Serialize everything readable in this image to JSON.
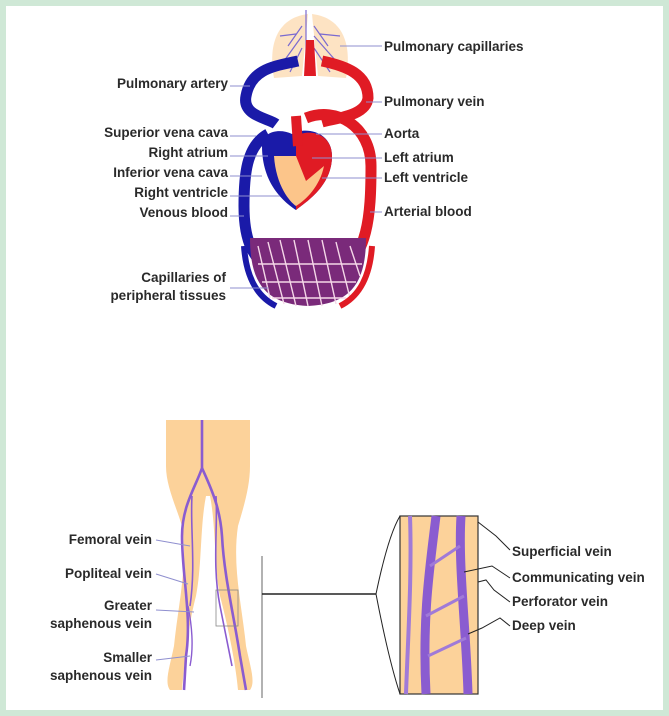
{
  "circulation": {
    "labels": {
      "pulmonary_capillaries": "Pulmonary capillaries",
      "pulmonary_artery": "Pulmonary artery",
      "pulmonary_vein": "Pulmonary vein",
      "superior_vena_cava": "Superior vena cava",
      "aorta": "Aorta",
      "right_atrium": "Right atrium",
      "left_atrium": "Left atrium",
      "inferior_vena_cava": "Inferior vena cava",
      "left_ventricle": "Left ventricle",
      "right_ventricle": "Right ventricle",
      "venous_blood": "Venous blood",
      "arterial_blood": "Arterial blood",
      "capillaries_line1": "Capillaries of",
      "capillaries_line2": "peripheral tissues"
    }
  },
  "leg_veins": {
    "labels": {
      "femoral_vein": "Femoral vein",
      "popliteal_vein": "Popliteal vein",
      "greater_saphenous_line1": "Greater",
      "greater_saphenous_line2": "saphenous vein",
      "smaller_saphenous_line1": "Smaller",
      "smaller_saphenous_line2": "saphenous vein",
      "superficial_vein": "Superficial vein",
      "communicating_vein": "Communicating vein",
      "perforator_vein": "Perforator vein",
      "deep_vein": "Deep vein"
    }
  },
  "colors": {
    "venous": "#1a1aa8",
    "arterial": "#e01b24",
    "skin": "#fcd29a",
    "vein_purple": "#8a5cd0",
    "lung": "#fde3c3"
  }
}
